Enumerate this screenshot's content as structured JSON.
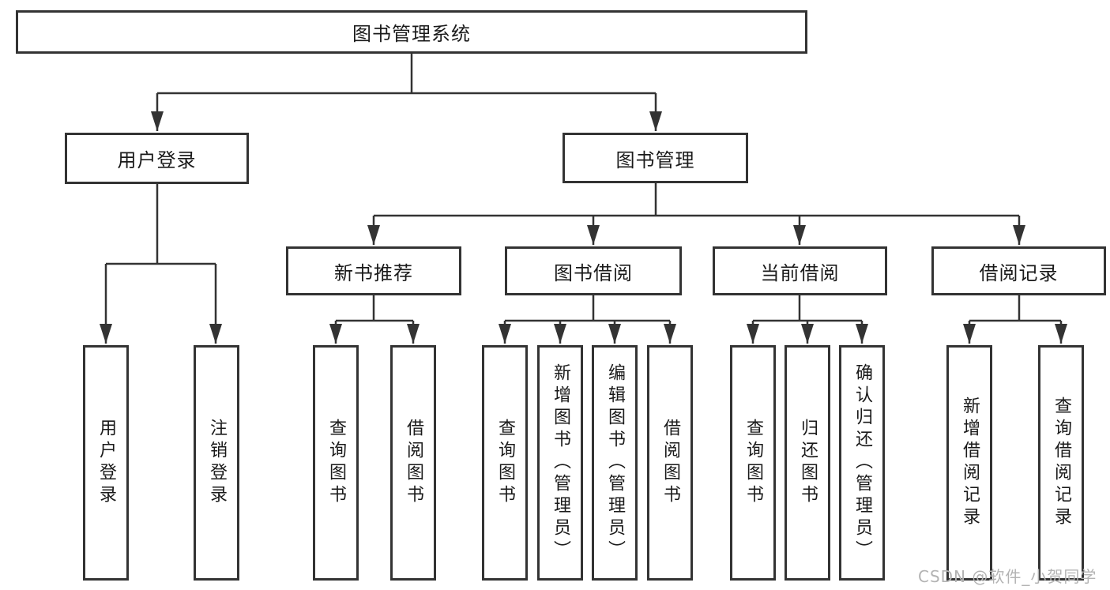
{
  "colors": {
    "line": "#333333",
    "border": "#333333",
    "text": "#1a1a1a",
    "watermark": "#b3b3b3",
    "fill": "#ffffff"
  },
  "watermark": {
    "text": "CSDN @软件_小贺同学"
  },
  "tree": {
    "root": {
      "label": "图书管理系统"
    },
    "branches": [
      {
        "label": "用户登录",
        "children": [
          {
            "label": "用户登录"
          },
          {
            "label": "注销登录"
          }
        ]
      },
      {
        "label": "图书管理",
        "children": [
          {
            "label": "新书推荐",
            "children": [
              {
                "label": "查询图书"
              },
              {
                "label": "借阅图书"
              }
            ]
          },
          {
            "label": "图书借阅",
            "children": [
              {
                "label": "查询图书"
              },
              {
                "label": "新增图书（管理员）"
              },
              {
                "label": "编辑图书（管理员）"
              },
              {
                "label": "借阅图书"
              }
            ]
          },
          {
            "label": "当前借阅",
            "children": [
              {
                "label": "查询图书"
              },
              {
                "label": "归还图书"
              },
              {
                "label": "确认归还（管理员）"
              }
            ]
          },
          {
            "label": "借阅记录",
            "children": [
              {
                "label": "新增借阅记录"
              },
              {
                "label": "查询借阅记录"
              }
            ]
          }
        ]
      }
    ]
  }
}
